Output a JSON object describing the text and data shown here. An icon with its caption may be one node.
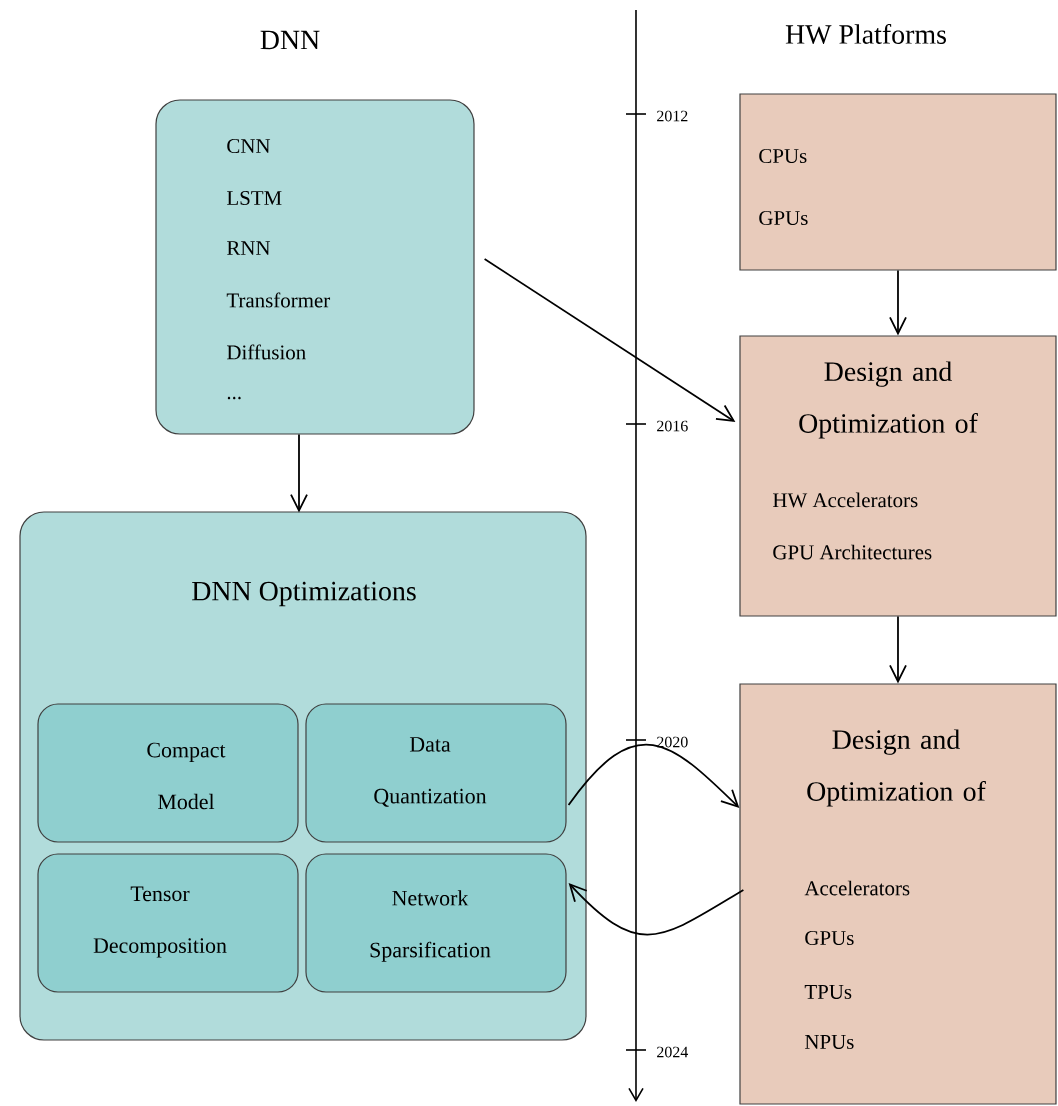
{
  "diagram": {
    "nodes": [
      {
        "text": [
          "CNN",
          "LSTM",
          "RNN",
          "Transformer",
          "Diffusion",
          "..."
        ]
      },
      {
        "text": [
          "DNN Optimizations"
        ]
      },
      {
        "text": [
          "Compact Model"
        ],
        "in": 1
      },
      {
        "text": [
          "Data Quantization"
        ],
        "in": 1
      },
      {
        "text": [
          "Tensor Decomposition"
        ],
        "in": 1
      },
      {
        "text": [
          "Network Sparsification"
        ],
        "in": 1
      },
      {
        "text": [
          "CPUs",
          "GPUs"
        ]
      },
      {
        "text": [
          "Design and Optimization of",
          "HW Accelerators",
          "GPU Architectures"
        ]
      },
      {
        "text": [
          "Design and Optimization of",
          "Accelerators",
          "GPUs",
          "TPUs",
          "NPUs"
        ]
      }
    ],
    "edges": [
      {
        "from": 0,
        "to": 1,
        "arrow": "to"
      },
      {
        "from": 0,
        "to": 7,
        "arrow": "to"
      },
      {
        "from": 6,
        "to": 7,
        "arrow": "to"
      },
      {
        "from": 7,
        "to": 8,
        "arrow": "to"
      },
      {
        "from": 3,
        "to": 8,
        "arrow": "to"
      },
      {
        "from": 8,
        "to": 5,
        "arrow": "to"
      }
    ],
    "labels": [
      "DNN",
      "HW Platforms",
      "2012",
      "2016",
      "2020",
      "2024"
    ]
  }
}
